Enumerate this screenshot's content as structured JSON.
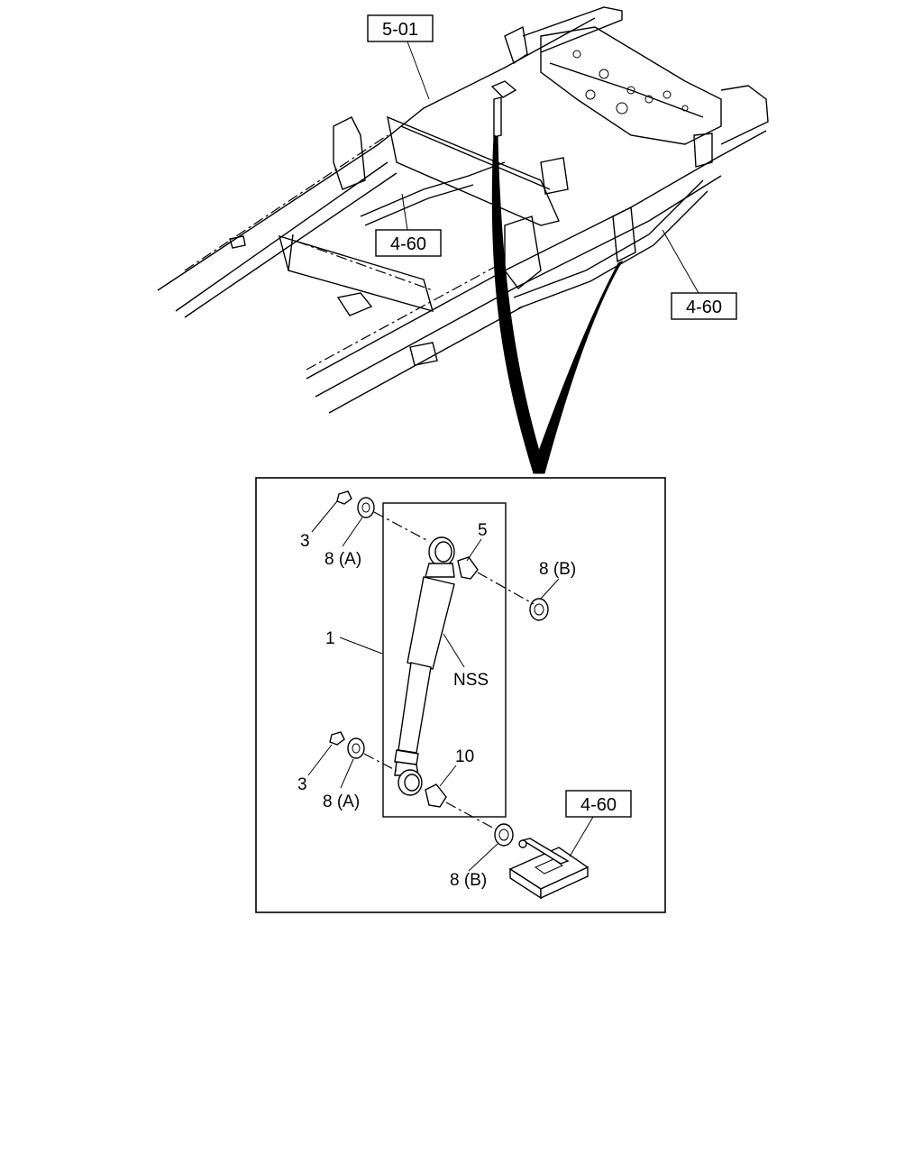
{
  "references": {
    "frame": "5-01",
    "spring_left": "4-60",
    "spring_right": "4-60",
    "bracket": "4-60"
  },
  "callouts": {
    "shock_absorber": "1",
    "nut_upper": "3",
    "washer_a_upper": "8 (A)",
    "bushing_upper": "5",
    "washer_b_upper": "8 (B)",
    "nss_note": "NSS",
    "nut_lower": "3",
    "washer_a_lower": "8 (A)",
    "bushing_lower": "10",
    "washer_b_lower": "8 (B)"
  }
}
